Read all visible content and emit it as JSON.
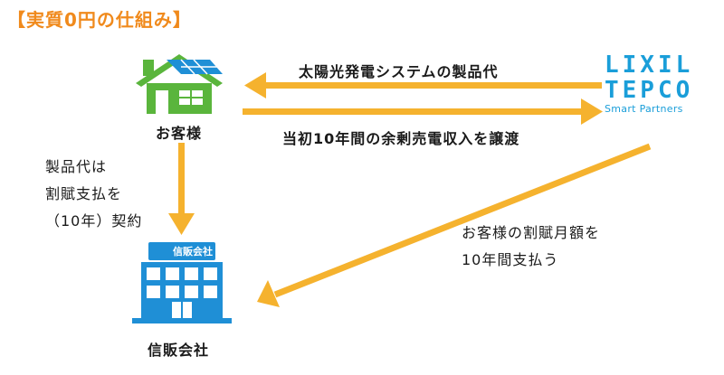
{
  "title": "【実質0円の仕組み】",
  "nodes": {
    "customer": "お客様",
    "company_logo": {
      "line1": "LIXIL",
      "line2": "TEPCO",
      "line3": "Smart Partners"
    },
    "credit_company": "信販会社",
    "building_sign": "信販会社"
  },
  "edges": {
    "product_fee": "太陽光発電システムの製品代",
    "surplus_income": "当初10年間の余剰売電収入を譲渡",
    "installment_contract": [
      "製品代は",
      "割賦支払を",
      "（10年）契約"
    ],
    "installment_payment": [
      "お客様の割賦月額を",
      "10年間支払う"
    ]
  },
  "colors": {
    "arrow": "#f5b22e",
    "house": "#5ab53c",
    "building": "#1f8fd6",
    "logo": "#1a9ed9",
    "title": "#f08a1c"
  }
}
